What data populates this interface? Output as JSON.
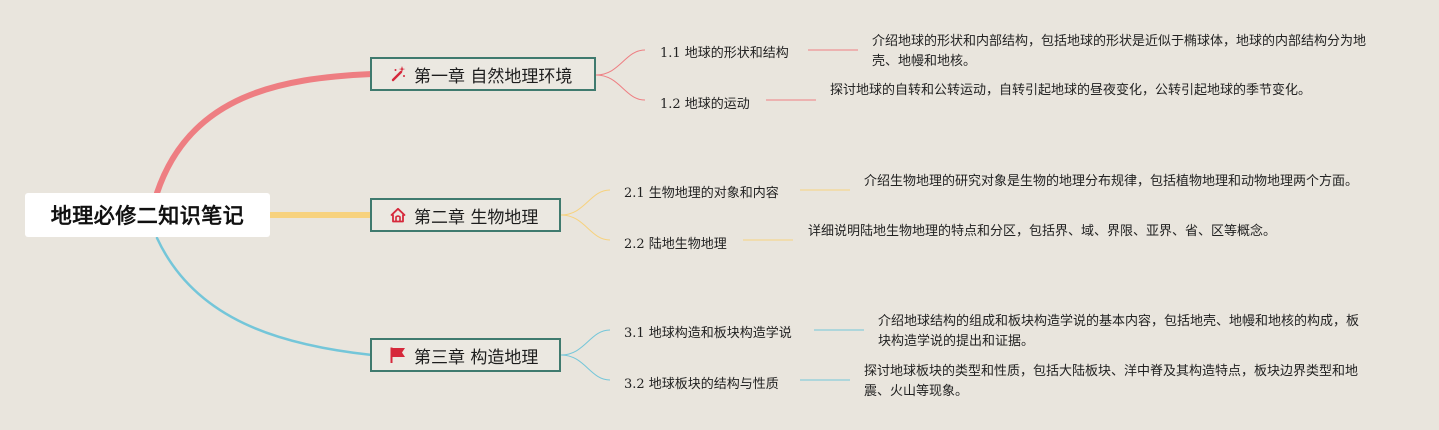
{
  "root": {
    "title": "地理必修二知识笔记"
  },
  "colors": {
    "ch1": "#ee7e82",
    "ch2": "#f7d27e",
    "ch3": "#74c6d9",
    "border": "#3f7a6e",
    "icon_red": "#d6283b"
  },
  "chapters": [
    {
      "title": "第一章 自然地理环境",
      "icon": "magic-wand-icon",
      "topics": [
        {
          "label": "1.1 地球的形状和结构",
          "desc": "介绍地球的形状和内部结构，包括地球的形状是近似于椭球体，地球的内部结构分为地壳、地幔和地核。"
        },
        {
          "label": "1.2 地球的运动",
          "desc": "探讨地球的自转和公转运动，自转引起地球的昼夜变化，公转引起地球的季节变化。"
        }
      ]
    },
    {
      "title": "第二章 生物地理",
      "icon": "home-icon",
      "topics": [
        {
          "label": "2.1 生物地理的对象和内容",
          "desc": "介绍生物地理的研究对象是生物的地理分布规律，包括植物地理和动物地理两个方面。"
        },
        {
          "label": "2.2 陆地生物地理",
          "desc": "详细说明陆地生物地理的特点和分区，包括界、域、界限、亚界、省、区等概念。"
        }
      ]
    },
    {
      "title": "第三章 构造地理",
      "icon": "flag-icon",
      "topics": [
        {
          "label": "3.1 地球构造和板块构造学说",
          "desc": "介绍地球结构的组成和板块构造学说的基本内容，包括地壳、地幔和地核的构成，板块构造学说的提出和证据。"
        },
        {
          "label": "3.2 地球板块的结构与性质",
          "desc": "探讨地球板块的类型和性质，包括大陆板块、洋中脊及其构造特点，板块边界类型和地震、火山等现象。"
        }
      ]
    }
  ]
}
